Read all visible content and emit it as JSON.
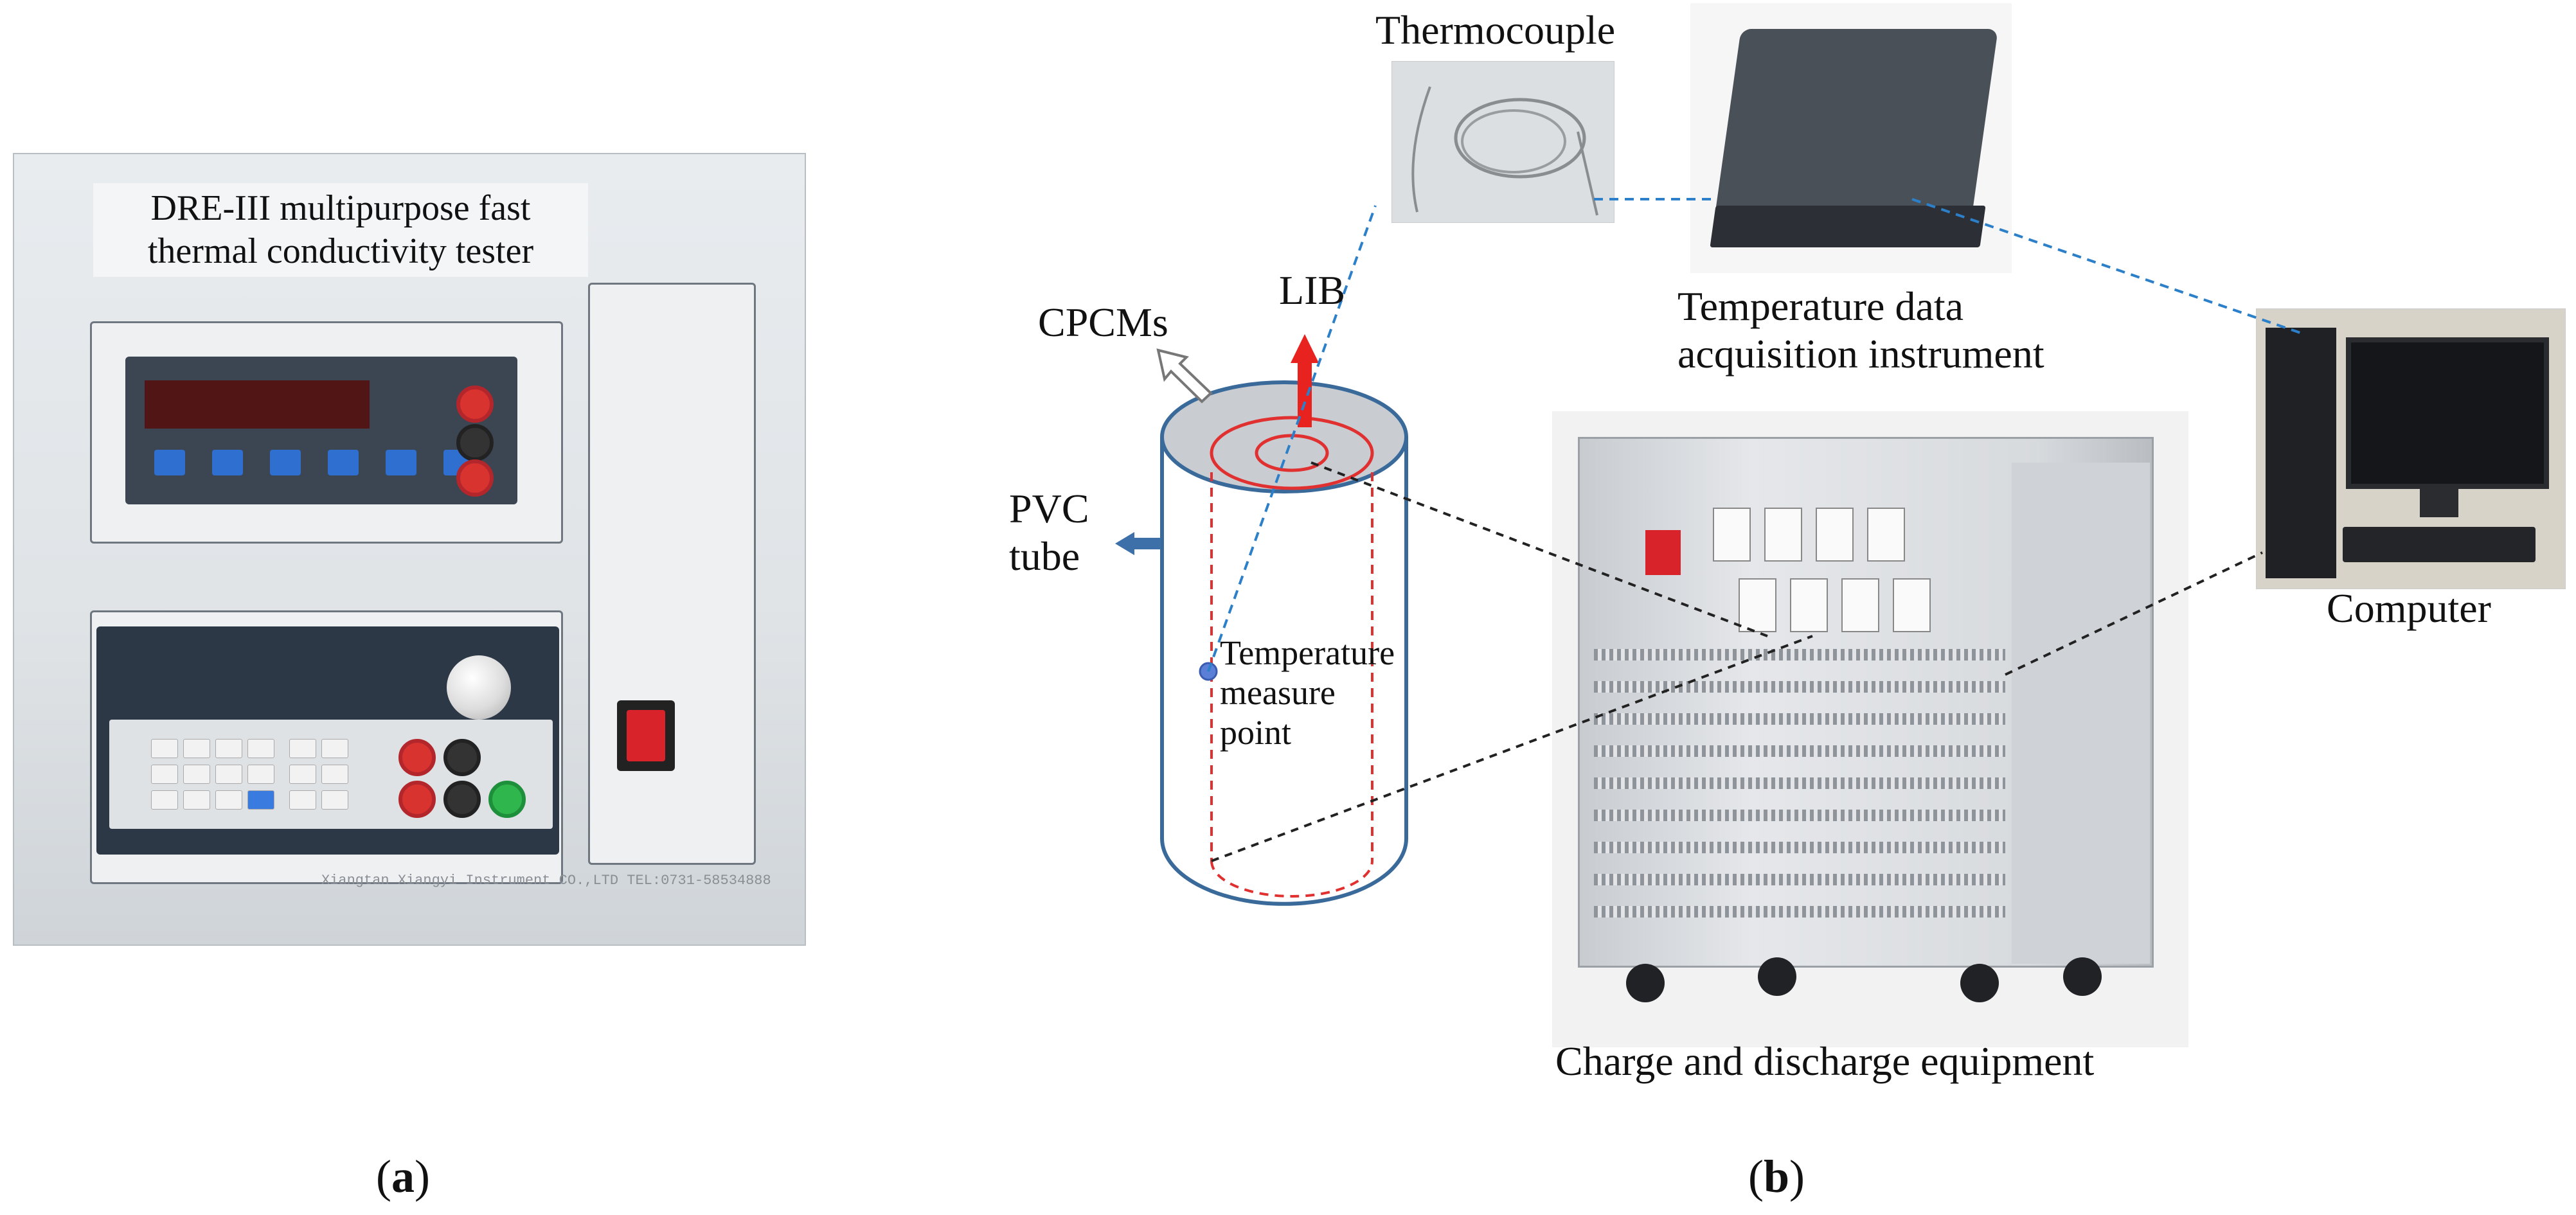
{
  "panel_a": {
    "tag_prefix": "(",
    "tag_letter": "a",
    "tag_suffix": ")",
    "tester_caption_line1": "DRE-III multipurpose fast",
    "tester_caption_line2": "thermal conductivity tester",
    "manufacturer_text": "Xiangtan Xiangyi Instrument CO.,LTD    TEL:0731-58534888"
  },
  "panel_b": {
    "tag_prefix": "(",
    "tag_letter": "b",
    "tag_suffix": ")",
    "thermocouple": "Thermocouple",
    "daq_line1": "Temperature data",
    "daq_line2": "acquisition instrument",
    "computer": "Computer",
    "charger": "Charge and discharge equipment",
    "cpcms": "CPCMs",
    "lib": "LIB",
    "pvc_line1": "PVC",
    "pvc_line2": "tube",
    "temp_line1": "Temperature",
    "temp_line2": "measure",
    "temp_line3": "point"
  },
  "colors": {
    "tube_outline": "#3a6a9a",
    "tube_top": "#c9ccd1",
    "battery_outline": "#e03030",
    "lib_arrow": "#e8231f",
    "pvc_arrow": "#3d6fa8",
    "thermocouple_link": "#2c7fc9",
    "battery_link": "#222222",
    "measure_point": "#5b7fd6"
  }
}
